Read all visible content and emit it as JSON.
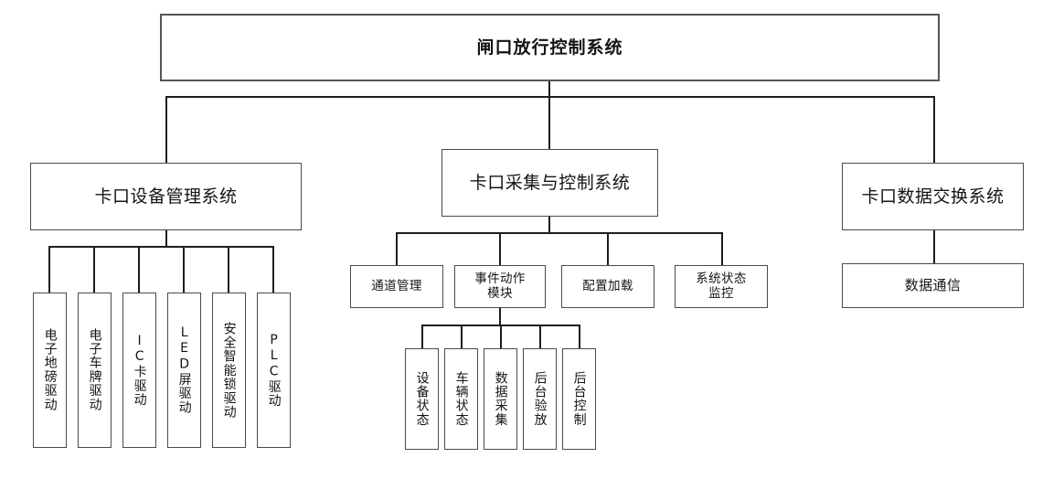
{
  "diagram": {
    "title": "闸口放行控制系统",
    "type": "hierarchy-tree",
    "root": {
      "label": "闸口放行控制系统"
    },
    "branches": [
      {
        "label": "卡口设备管理系统",
        "children": [
          {
            "label": "电子地磅驱动"
          },
          {
            "label": "电子车牌驱动"
          },
          {
            "label": "IC卡驱动"
          },
          {
            "label": "LED屏驱动"
          },
          {
            "label": "安全智能锁驱动"
          },
          {
            "label": "PLC驱动"
          }
        ]
      },
      {
        "label": "卡口采集与控制系统",
        "children": [
          {
            "label": "通道管理"
          },
          {
            "label": "事件动作模块",
            "children": [
              {
                "label": "设备状态"
              },
              {
                "label": "车辆状态"
              },
              {
                "label": "数据采集"
              },
              {
                "label": "后台验放"
              },
              {
                "label": "后台控制"
              }
            ]
          },
          {
            "label": "配置加载"
          },
          {
            "label": "系统状态监控"
          }
        ]
      },
      {
        "label": "卡口数据交换系统",
        "children": [
          {
            "label": "数据通信"
          }
        ]
      }
    ],
    "colors": {
      "background": "#ffffff",
      "box_border": "#4a4a4a",
      "root_border": "#555555",
      "connector": "#1d1d1d",
      "text": "#141414"
    }
  }
}
